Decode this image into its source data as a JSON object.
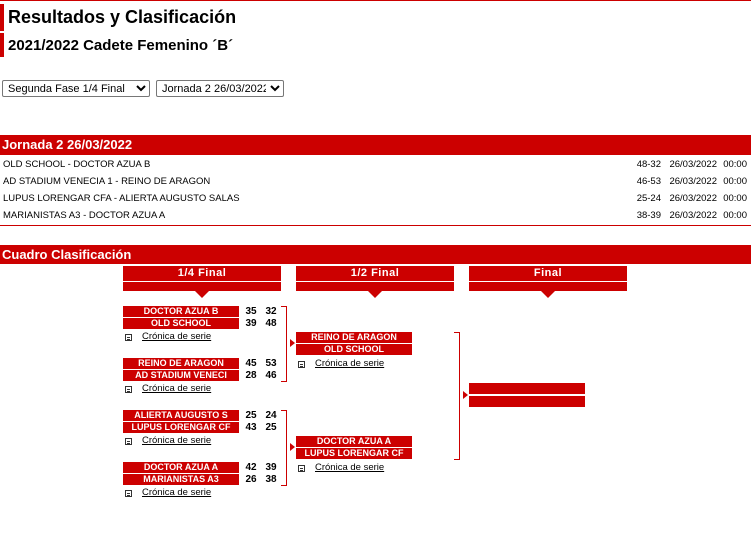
{
  "header": {
    "title": "Resultados y Clasificación",
    "subtitle": "2021/2022 Cadete Femenino ´B´"
  },
  "filters": {
    "phase": {
      "selected": "Segunda Fase 1/4 Final"
    },
    "round": {
      "selected": "Jornada 2 26/03/2022"
    }
  },
  "jornada": {
    "heading": "Jornada 2 26/03/2022",
    "matches": [
      {
        "teams": "OLD SCHOOL - DOCTOR AZUA B",
        "result": "48-32",
        "date": "26/03/2022",
        "time": "00:00"
      },
      {
        "teams": "AD STADIUM VENECIA 1 - REINO DE ARAGON",
        "result": "46-53",
        "date": "26/03/2022",
        "time": "00:00"
      },
      {
        "teams": "LUPUS LORENGAR CFA - ALIERTA AUGUSTO SALAS",
        "result": "25-24",
        "date": "26/03/2022",
        "time": "00:00"
      },
      {
        "teams": "MARIANISTAS A3 - DOCTOR AZUA A",
        "result": "38-39",
        "date": "26/03/2022",
        "time": "00:00"
      }
    ]
  },
  "bracket": {
    "heading": "Cuadro Clasificación",
    "rounds": [
      "1/4 Final",
      "1/2 Final",
      "Final"
    ],
    "cronica_label": "Crónica de serie",
    "quarterfinals": [
      {
        "team1": "DOCTOR AZUA B",
        "s1a": "35",
        "s1b": "32",
        "team2": "OLD SCHOOL",
        "s2a": "39",
        "s2b": "48"
      },
      {
        "team1": "REINO DE ARAGON",
        "s1a": "45",
        "s1b": "53",
        "team2": "AD STADIUM VENECI",
        "s2a": "28",
        "s2b": "46"
      },
      {
        "team1": "ALIERTA AUGUSTO S",
        "s1a": "25",
        "s1b": "24",
        "team2": "LUPUS LORENGAR CF",
        "s2a": "43",
        "s2b": "25"
      },
      {
        "team1": "DOCTOR AZUA A",
        "s1a": "42",
        "s1b": "39",
        "team2": "MARIANISTAS A3",
        "s2a": "26",
        "s2b": "38"
      }
    ],
    "semifinals": [
      {
        "team1": "REINO DE ARAGON",
        "team2": "OLD SCHOOL"
      },
      {
        "team1": "DOCTOR AZUA A",
        "team2": "LUPUS LORENGAR CF"
      }
    ],
    "final": {
      "team1": "",
      "team2": ""
    }
  },
  "colors": {
    "accent": "#cc0000"
  }
}
